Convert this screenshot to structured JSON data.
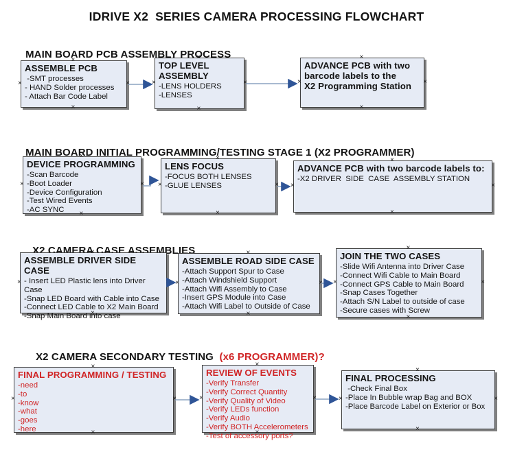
{
  "title": "IDRIVE X2  SERIES CAMERA PROCESSING FLOWCHART",
  "anchor_glyph": "×",
  "colors": {
    "box_fill": "#e6ebf5",
    "box_border": "#3f3f3f",
    "box_shadow": "#7f7f7f",
    "arrow_line": "#8ca3c0",
    "arrow_head": "#2f5597",
    "red_text": "#d02425",
    "black_text": "#141414"
  },
  "sections": [
    {
      "header": "MAIN BOARD PCB ASSEMBLY PROCESS",
      "header_suffix": "",
      "boxes": [
        {
          "title": "ASSEMBLE PCB",
          "items": [
            " -SMT processes",
            "- HAND Solder processes",
            "- Attach Bar Code Label"
          ]
        },
        {
          "title": "TOP LEVEL ASSEMBLY",
          "items": [
            "-LENS HOLDERS",
            "-LENSES"
          ]
        },
        {
          "title": "ADVANCE PCB with two\nbarcode labels to the\n X2 Programming Station",
          "items": []
        }
      ]
    },
    {
      "header": "MAIN BOARD INITIAL PROGRAMMING/TESTING STAGE 1 (X2 PROGRAMMER)",
      "header_suffix": "",
      "boxes": [
        {
          "title": "DEVICE PROGRAMMING",
          "items": [
            "-Scan Barcode",
            "-Boot Loader",
            "-Device Configuration",
            "-Test Wired Events",
            "-AC SYNC"
          ]
        },
        {
          "title": "LENS FOCUS",
          "items": [
            "-FOCUS BOTH LENSES",
            "-GLUE LENSES"
          ]
        },
        {
          "title": "ADVANCE PCB with two barcode labels to:",
          "items": [
            "-X2 DRIVER  SIDE  CASE  ASSEMBLY STATION"
          ]
        }
      ]
    },
    {
      "header": "X2 CAMERA CASE ASSEMBLIES",
      "header_suffix": "",
      "boxes": [
        {
          "title": "ASSEMBLE DRIVER SIDE CASE",
          "items": [
            "- Insert LED Plastic lens into Driver Case",
            "-Snap LED Board with Cable into Case",
            "-Connect LED Cable to X2 Main Board",
            "-Snap Main Board into case"
          ]
        },
        {
          "title": "ASSEMBLE ROAD SIDE CASE",
          "items": [
            "-Attach Support Spur to Case",
            "-Attach Windshield Support",
            "-Attach Wifi Assembly to Case",
            "-Insert GPS Module into Case",
            "-Attach Wifi Label to Outside of Case"
          ]
        },
        {
          "title": "JOIN THE TWO CASES",
          "items": [
            "-Slide Wifi Antenna into Driver Case",
            "-Connect Wifi Cable to Main Board",
            "-Connect GPS Cable to Main Board",
            "-Snap Cases Together",
            "-Attach S/N Label to outside of case",
            "-Secure cases with Screw"
          ]
        }
      ]
    },
    {
      "header": "X2 CAMERA SECONDARY TESTING  ",
      "header_suffix": "(x6 PROGRAMMER)?",
      "boxes": [
        {
          "title": "FINAL PROGRAMMING / TESTING",
          "items": [
            "-need",
            "-to",
            "-know",
            "-what",
            "-goes",
            "-here"
          ]
        },
        {
          "title": "REVIEW OF EVENTS",
          "items": [
            "-Verify Transfer",
            "-Verify Correct Quantity",
            "-Verify Quality of Video",
            "-Verify LEDs function",
            "-Verify Audio",
            "-Verify BOTH Accelerometers",
            "-Test of accessory ports?"
          ]
        },
        {
          "title": "FINAL PROCESSING",
          "items": [
            " -Check Final Box",
            "-Place In Bubble wrap Bag and BOX",
            "-Place Barcode Label on Exterior or Box"
          ]
        }
      ]
    }
  ]
}
